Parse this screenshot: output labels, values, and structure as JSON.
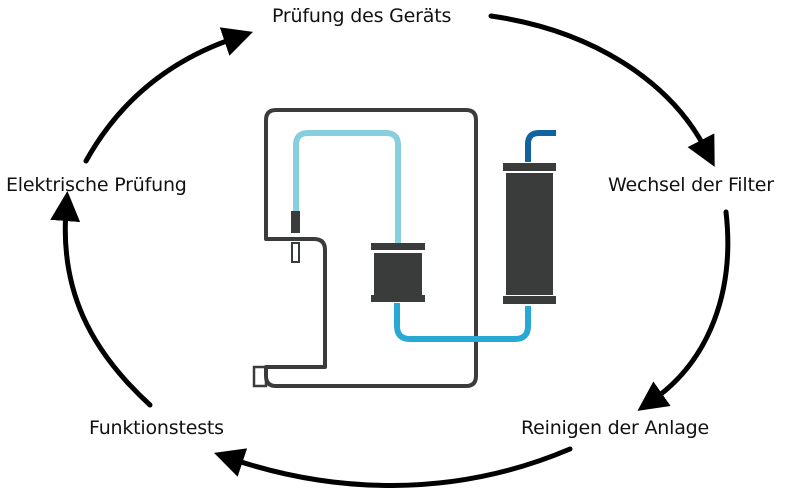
{
  "diagram": {
    "type": "cycle",
    "steps": [
      {
        "label": "Prüfung des Geräts"
      },
      {
        "label": "Wechsel der Filter"
      },
      {
        "label": "Reinigen der Anlage"
      },
      {
        "label": "Funktionstests"
      },
      {
        "label": "Elektrische Prüfung"
      }
    ],
    "flow": "clockwise",
    "center_illustration": "water-filter-device",
    "colors": {
      "arrow": "#000000",
      "device_outline": "#3a3b3b",
      "filter_body": "#3a3b3b",
      "pipe_light": "#88cfdd",
      "pipe_mid": "#29a8d6",
      "pipe_dark": "#10639e",
      "text": "#111111"
    }
  }
}
